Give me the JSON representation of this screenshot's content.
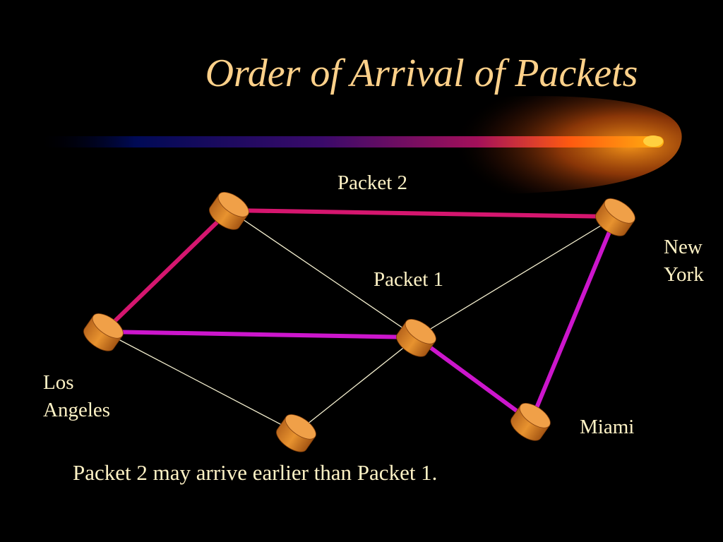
{
  "title": "Order of Arrival of Packets",
  "labels": {
    "packet2": "Packet 2",
    "packet1": "Packet 1",
    "new_york": "New\nYork",
    "los_angeles": "Los\nAngeles",
    "miami": "Miami"
  },
  "caption": "Packet 2 may arrive earlier than Packet 1.",
  "colors": {
    "background": "#000000",
    "title": "#FFD18A",
    "text": "#FFF3C6",
    "node": "#E08A30",
    "node_top": "#F0A048",
    "packet2_path": "#D5166F",
    "packet1_path": "#CC16CC",
    "thin_link": "#F5F0D0"
  },
  "nodes": [
    {
      "id": "los-angeles"
    },
    {
      "id": "top-left"
    },
    {
      "id": "center"
    },
    {
      "id": "bottom"
    },
    {
      "id": "new-york"
    },
    {
      "id": "miami"
    }
  ],
  "links": [
    {
      "from": "top-left",
      "to": "center",
      "kind": "thin"
    },
    {
      "from": "los-angeles",
      "to": "bottom",
      "kind": "thin"
    },
    {
      "from": "bottom",
      "to": "center",
      "kind": "thin"
    },
    {
      "from": "center",
      "to": "new-york",
      "kind": "thin"
    },
    {
      "from": "los-angeles",
      "to": "top-left",
      "kind": "packet2"
    },
    {
      "from": "top-left",
      "to": "new-york",
      "kind": "packet2"
    },
    {
      "from": "los-angeles",
      "to": "center",
      "kind": "packet1"
    },
    {
      "from": "center",
      "to": "miami",
      "kind": "packet1"
    },
    {
      "from": "miami",
      "to": "new-york",
      "kind": "packet1"
    }
  ]
}
